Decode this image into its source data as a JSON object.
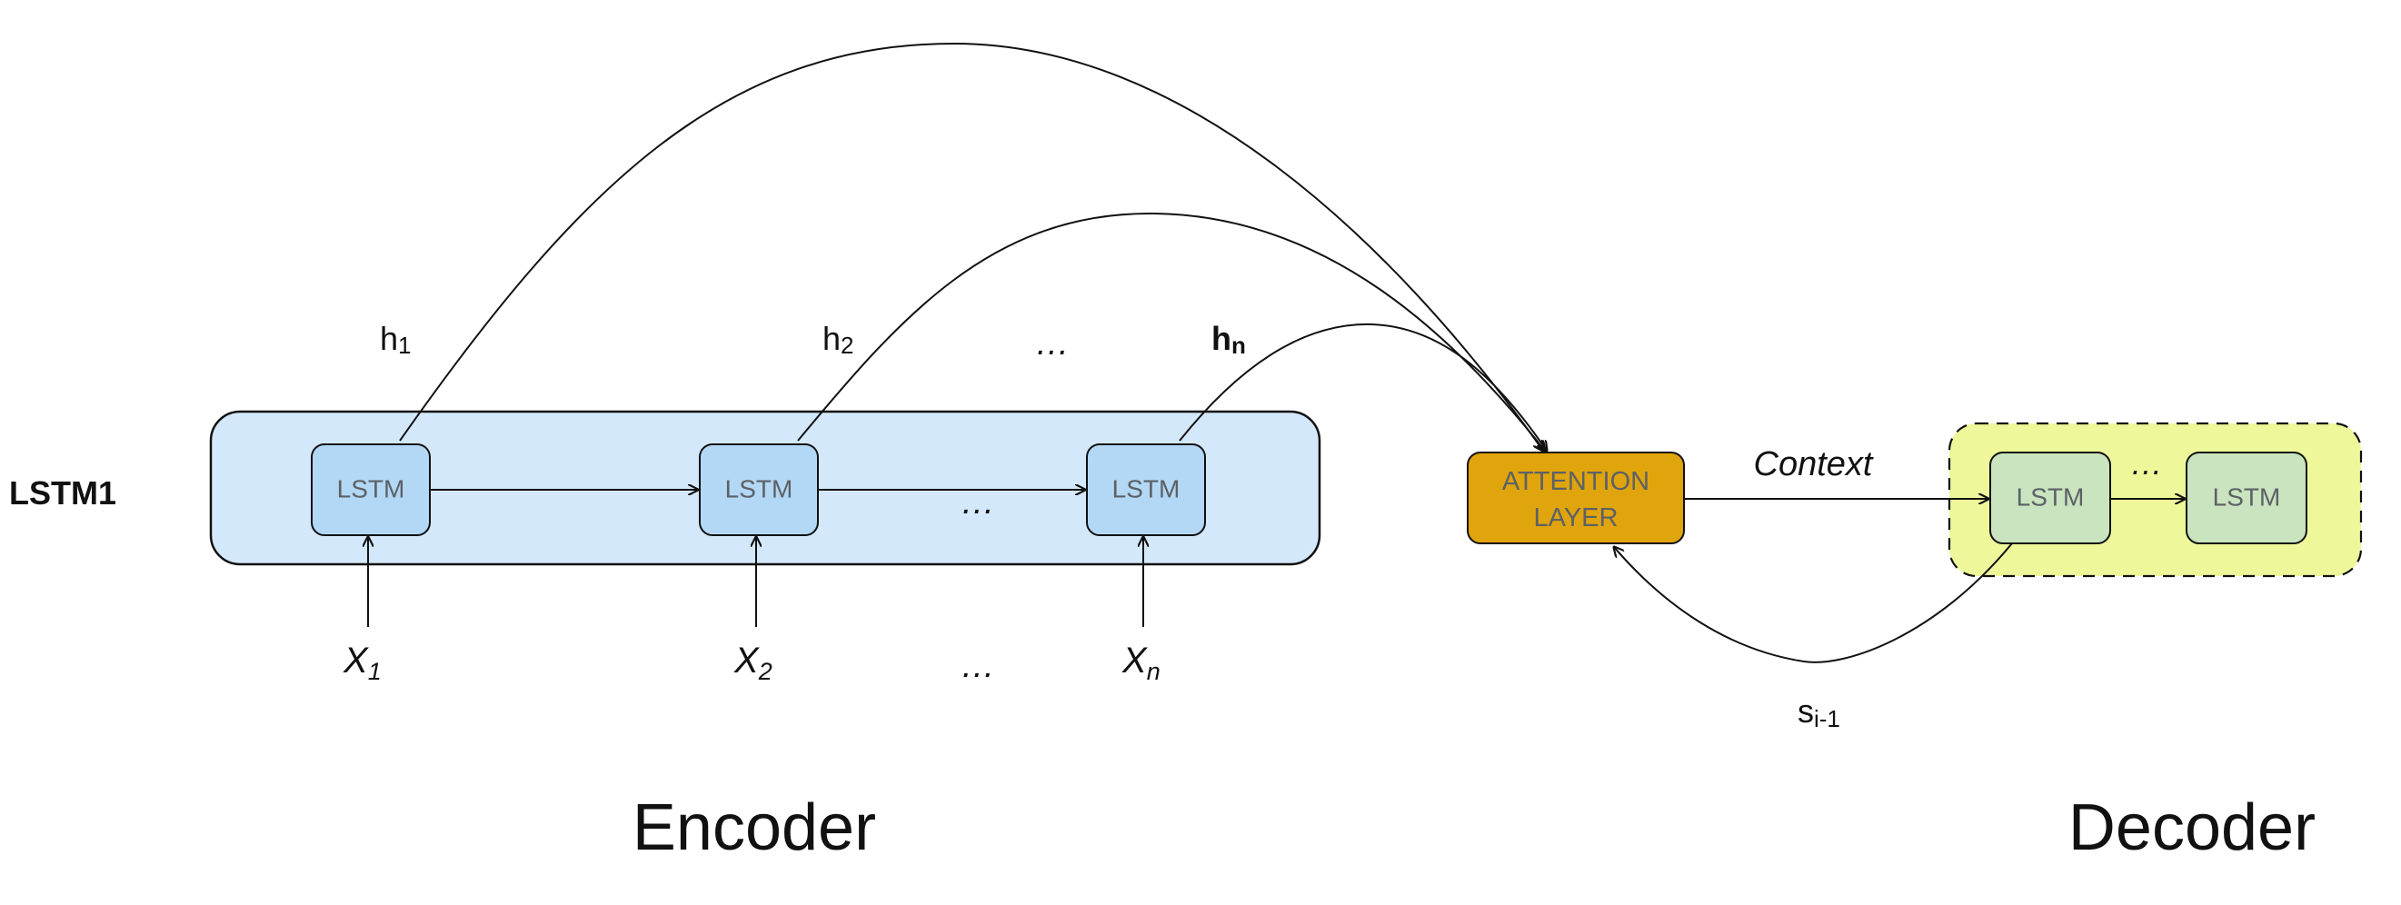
{
  "row_label": "LSTM1",
  "encoder": {
    "title": "Encoder",
    "cells": [
      "LSTM",
      "LSTM",
      "LSTM"
    ],
    "between_cells_ellipsis": "…",
    "hidden_states": {
      "h1": {
        "base": "h",
        "sub": "1"
      },
      "h2": {
        "base": "h",
        "sub": "2"
      },
      "ellipsis": "…",
      "hn": {
        "base": "h",
        "sub": "n"
      }
    },
    "inputs": {
      "x1": {
        "base": "X",
        "sub": "1"
      },
      "x2": {
        "base": "X",
        "sub": "2"
      },
      "ellipsis": "…",
      "xn": {
        "base": "X",
        "sub": "n"
      }
    }
  },
  "attention": {
    "line1": "ATTENTION",
    "line2": "LAYER"
  },
  "context_label": "Context",
  "decoder": {
    "title": "Decoder",
    "cells": [
      "LSTM",
      "LSTM"
    ],
    "ellipsis": "…"
  },
  "feedback": {
    "base": "s",
    "sub": "i-1"
  },
  "colors": {
    "encoder_bg": "#d3e8fb",
    "lstm_fill": "#b3d8f5",
    "attention_fill": "#e0a40c",
    "decoder_bg": "#eef79a",
    "decoder_lstm_fill": "#c9e4be",
    "cell_text": "#5c6166",
    "stroke": "#111111"
  }
}
